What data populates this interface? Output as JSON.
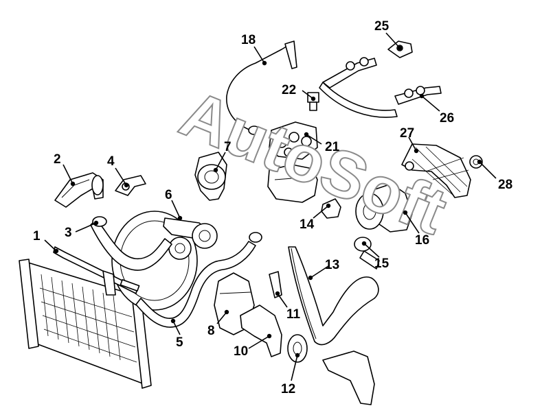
{
  "watermark": {
    "text": "AutoSoft"
  },
  "callouts": [
    {
      "id": "c1",
      "label": "1"
    },
    {
      "id": "c2",
      "label": "2"
    },
    {
      "id": "c3",
      "label": "3"
    },
    {
      "id": "c4",
      "label": "4"
    },
    {
      "id": "c5",
      "label": "5"
    },
    {
      "id": "c6",
      "label": "6"
    },
    {
      "id": "c7",
      "label": "7"
    },
    {
      "id": "c8",
      "label": "8"
    },
    {
      "id": "c10",
      "label": "10"
    },
    {
      "id": "c11",
      "label": "11"
    },
    {
      "id": "c12",
      "label": "12"
    },
    {
      "id": "c13",
      "label": "13"
    },
    {
      "id": "c14",
      "label": "14"
    },
    {
      "id": "c15",
      "label": "15"
    },
    {
      "id": "c16",
      "label": "16"
    },
    {
      "id": "c18",
      "label": "18"
    },
    {
      "id": "c21",
      "label": "21"
    },
    {
      "id": "c22",
      "label": "22"
    },
    {
      "id": "c25",
      "label": "25"
    },
    {
      "id": "c26",
      "label": "26"
    },
    {
      "id": "c27",
      "label": "27"
    },
    {
      "id": "c28",
      "label": "28"
    }
  ]
}
